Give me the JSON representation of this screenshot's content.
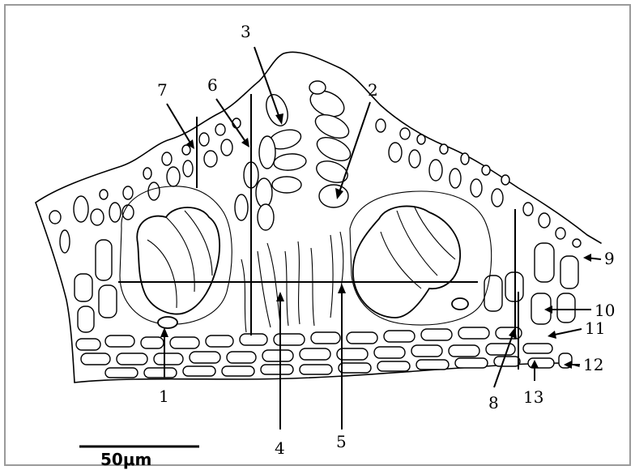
{
  "figure": {
    "labels": {
      "l1": "1",
      "l2": "2",
      "l3": "3",
      "l4": "4",
      "l5": "5",
      "l6": "6",
      "l7": "7",
      "l8": "8",
      "l9": "9",
      "l10": "10",
      "l11": "11",
      "l12": "12",
      "l13": "13"
    },
    "scale_bar": {
      "label": "50μm"
    }
  }
}
